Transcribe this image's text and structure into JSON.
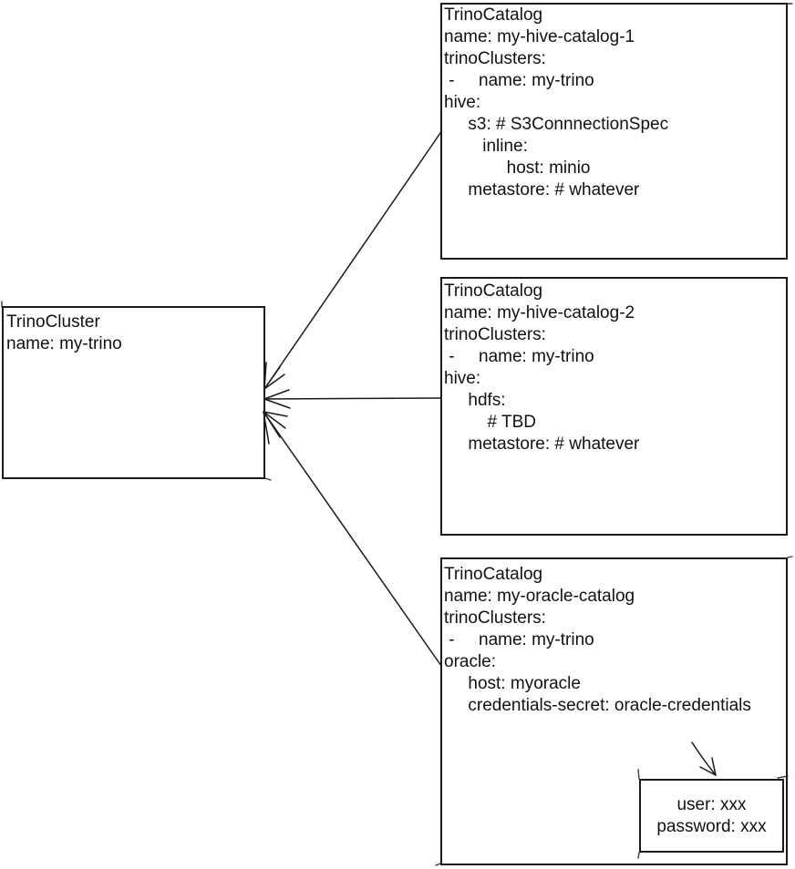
{
  "colors": {
    "background": "#ffffff",
    "line": "#1a1a1a",
    "text": "#111111"
  },
  "boxes": {
    "cluster": {
      "lines": [
        "TrinoCluster",
        "name: my-trino"
      ]
    },
    "catalog1": {
      "lines": [
        "TrinoCatalog",
        "name: my-hive-catalog-1",
        "trinoClusters:",
        " -     name: my-trino",
        "hive:",
        "     s3: # S3ConnnectionSpec",
        "        inline:",
        "             host: minio",
        "     metastore: # whatever"
      ]
    },
    "catalog2": {
      "lines": [
        "TrinoCatalog",
        "name: my-hive-catalog-2",
        "trinoClusters:",
        " -     name: my-trino",
        "hive:",
        "     hdfs:",
        "         # TBD",
        "     metastore: # whatever"
      ]
    },
    "catalog3": {
      "lines": [
        "TrinoCatalog",
        "name: my-oracle-catalog",
        "trinoClusters:",
        " -     name: my-trino",
        "oracle:",
        "     host: myoracle",
        "     credentials-secret: oracle-credentials"
      ]
    },
    "secret": {
      "lines": [
        "user: xxx",
        "password: xxx"
      ]
    }
  },
  "connections": [
    {
      "from": "TrinoCatalog name: my-hive-catalog-1",
      "to": "TrinoCluster name: my-trino",
      "type": "arrow"
    },
    {
      "from": "TrinoCatalog name: my-hive-catalog-2",
      "to": "TrinoCluster name: my-trino",
      "type": "arrow"
    },
    {
      "from": "TrinoCatalog name: my-oracle-catalog",
      "to": "TrinoCluster name: my-trino",
      "type": "arrow"
    },
    {
      "from": "credentials-secret: oracle-credentials",
      "to": "secret box (user/password)",
      "type": "arrow"
    }
  ]
}
